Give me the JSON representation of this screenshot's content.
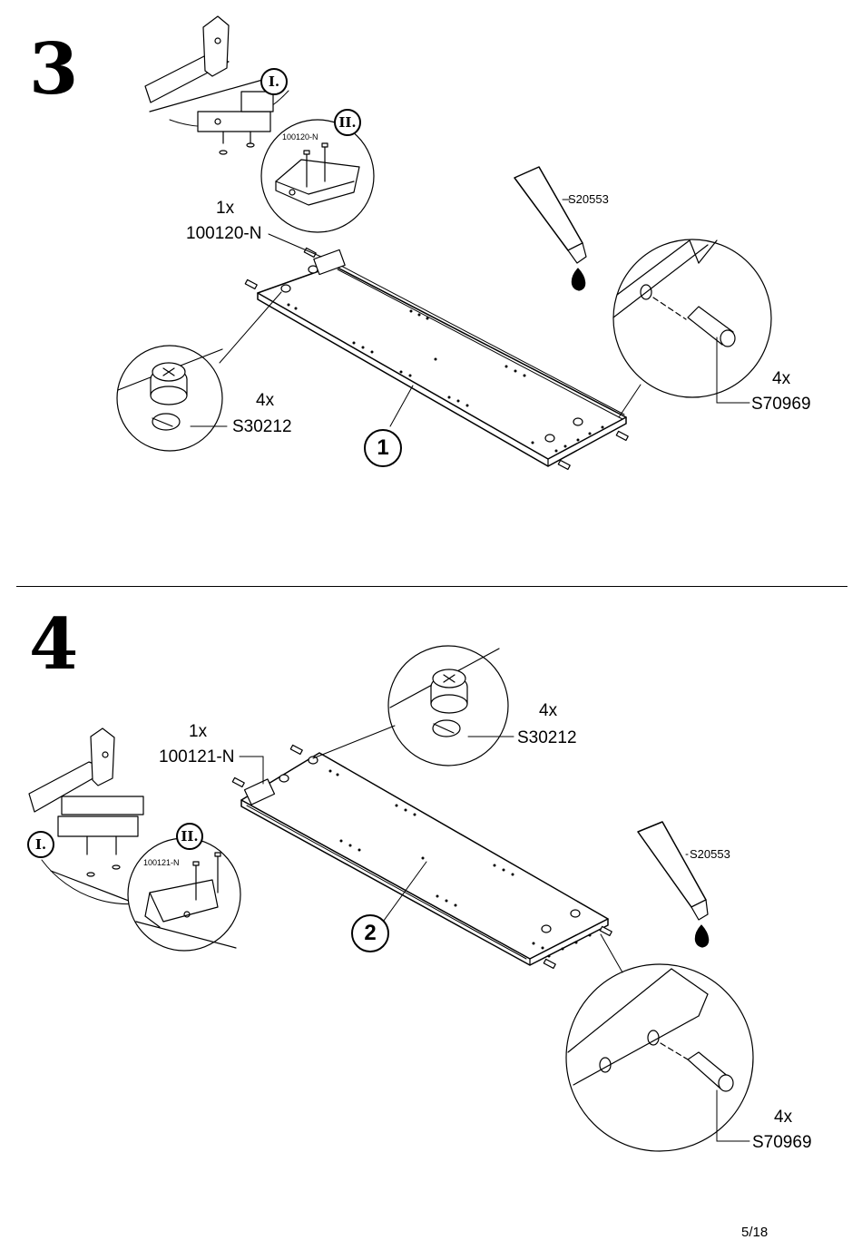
{
  "page_number": "5/18",
  "step3": {
    "number": "3",
    "detail_I": "I.",
    "detail_II": "II.",
    "detail_part_code": "100120-N",
    "bracket_qty": "1x",
    "bracket_code": "100120-N",
    "glue_code": "S20553",
    "cam_qty": "4x",
    "cam_code": "S30212",
    "dowel_qty": "4x",
    "dowel_code": "S70969",
    "panel_number": "1"
  },
  "step4": {
    "number": "4",
    "detail_I": "I.",
    "detail_II": "II.",
    "detail_part_code": "100121-N",
    "bracket_qty": "1x",
    "bracket_code": "100121-N",
    "glue_code": "S20553",
    "cam_qty": "4x",
    "cam_code": "S30212",
    "dowel_qty": "4x",
    "dowel_code": "S70969",
    "panel_number": "2"
  }
}
